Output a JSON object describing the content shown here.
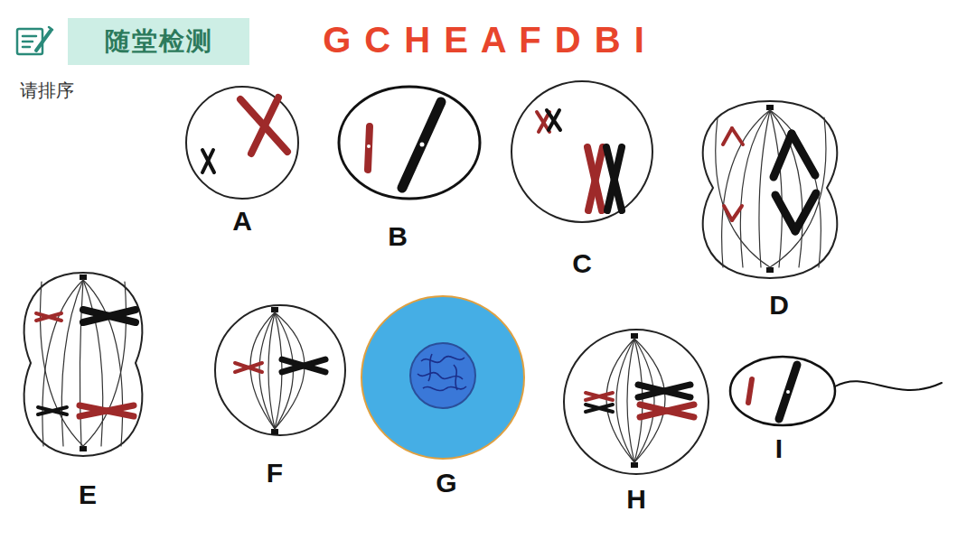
{
  "diagram": {
    "nodes": [
      {
        "text": [
          "随堂检测"
        ]
      }
    ],
    "labels": [
      "G C H E A F D B I",
      "请排序",
      "A",
      "B",
      "C",
      "D",
      "E",
      "F",
      "G",
      "H",
      "I"
    ]
  }
}
